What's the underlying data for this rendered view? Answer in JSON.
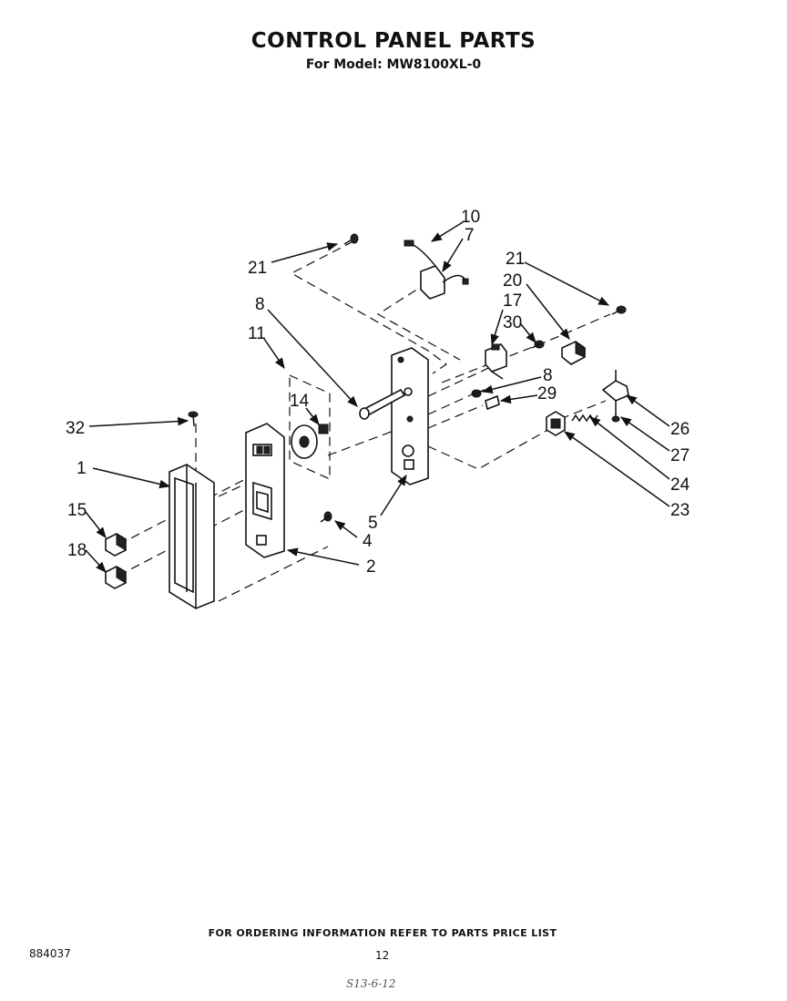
{
  "title": "CONTROL PANEL PARTS",
  "subtitle": "For Model: MW8100XL-0",
  "footer_note": "FOR ORDERING INFORMATION REFER TO PARTS PRICE LIST",
  "doc_number": "884037",
  "page_number": "12",
  "handwritten_note": "S13-6-12",
  "callouts": {
    "c10": "10",
    "c7": "7",
    "c21a": "21",
    "c21b": "21",
    "c20": "20",
    "c17": "17",
    "c30": "30",
    "c8a": "8",
    "c11": "11",
    "c8b": "8",
    "c29": "29",
    "c14": "14",
    "c26": "26",
    "c32": "32",
    "c27": "27",
    "c1": "1",
    "c24": "24",
    "c5": "5",
    "c23": "23",
    "c15": "15",
    "c4": "4",
    "c18": "18",
    "c2": "2"
  }
}
